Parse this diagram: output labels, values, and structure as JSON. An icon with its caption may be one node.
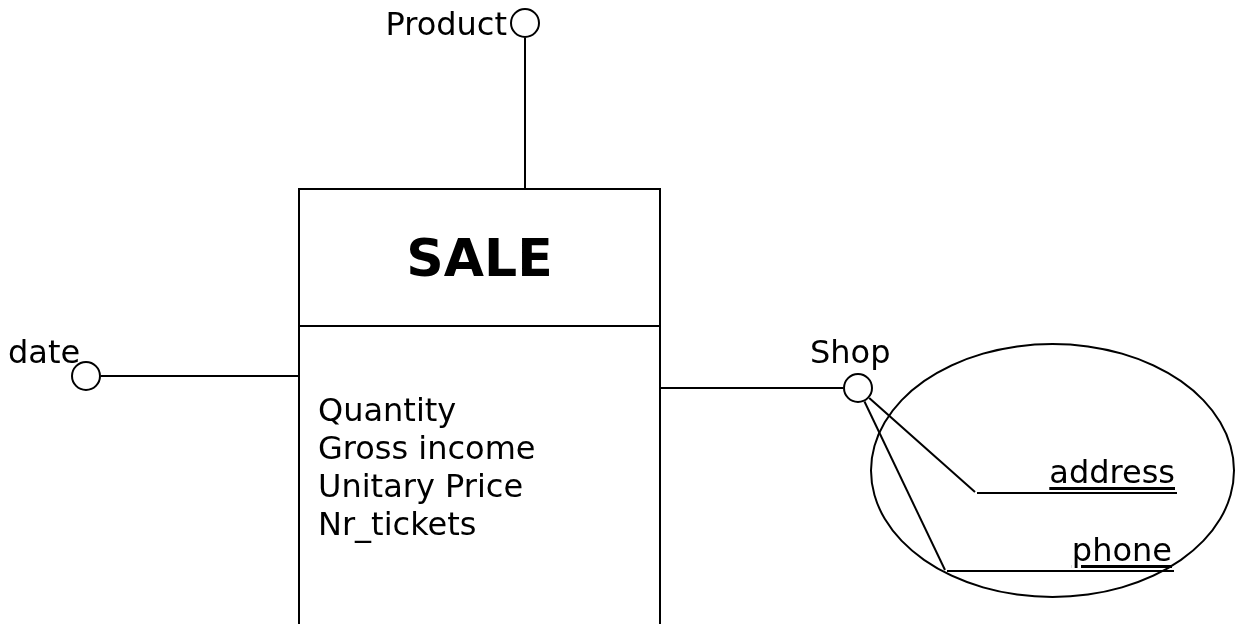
{
  "diagram": {
    "nodes": [
      {
        "text": [
          "SALE",
          "Quantity",
          "Gross income",
          "Unitary Price",
          "Nr_tickets"
        ]
      },
      {
        "text": [],
        "shape": "circle",
        "beside": [
          "Product"
        ]
      },
      {
        "text": [],
        "shape": "circle",
        "beside": [
          "date"
        ]
      },
      {
        "text": [],
        "shape": "circle",
        "beside": [
          "Shop"
        ]
      },
      {
        "text": [],
        "shape": "ellipse"
      },
      {
        "text": [
          "address"
        ],
        "in": 4
      },
      {
        "text": [
          "phone"
        ],
        "in": 4
      }
    ],
    "edges": [
      {
        "from": 0,
        "to": 1,
        "arrow": "none"
      },
      {
        "from": 2,
        "to": 0,
        "arrow": "none"
      },
      {
        "from": 0,
        "to": 3,
        "arrow": "none"
      },
      {
        "from": 3,
        "to": 5,
        "arrow": "none"
      },
      {
        "from": 3,
        "to": 6,
        "arrow": "none"
      }
    ]
  }
}
